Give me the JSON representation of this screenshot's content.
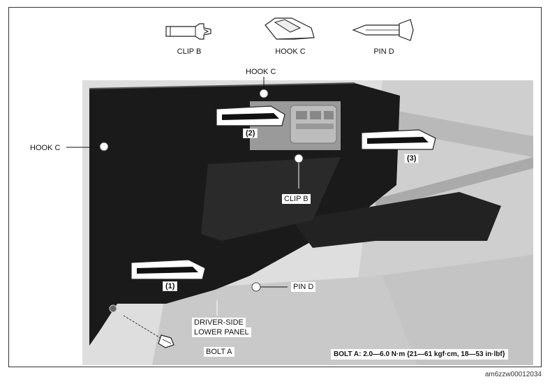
{
  "legend": {
    "clip_b": "CLIP B",
    "hook_c": "HOOK C",
    "pin_d": "PIN D"
  },
  "callouts": {
    "hook_c_top": "HOOK C",
    "hook_c_left": "HOOK C",
    "clip_b": "CLIP B",
    "pin_d": "PIN D",
    "panel_line1": "DRIVER-SIDE",
    "panel_line2": "LOWER PANEL",
    "bolt_a": "BOLT A"
  },
  "steps": {
    "step1": "(1)",
    "step2": "(2)",
    "step3": "(3)"
  },
  "torque_spec": "BOLT A: 2.0—6.0 N·m {21—61 kgf·cm, 18—53 in·lbf}",
  "figure_code": "am6zzw00012034"
}
